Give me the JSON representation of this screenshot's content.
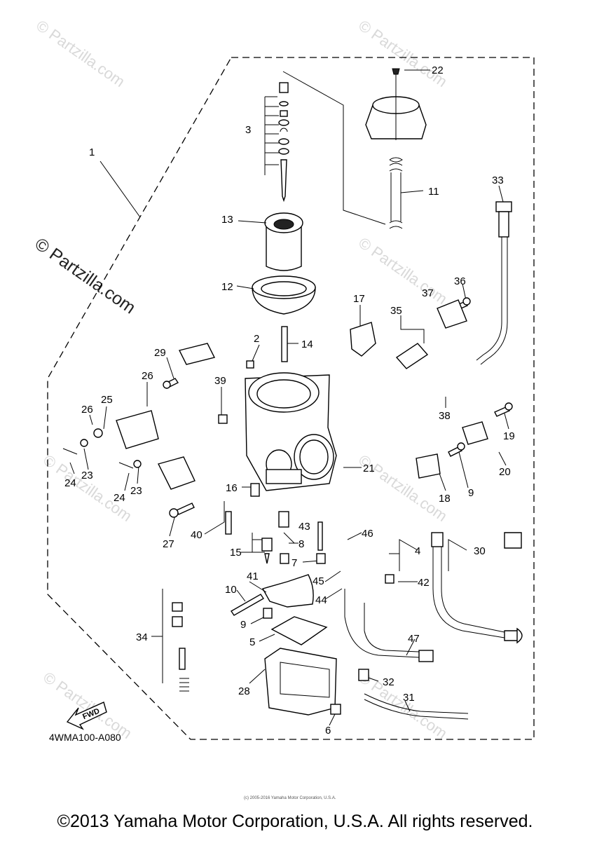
{
  "diagram_code": "4WMA100-A080",
  "copyright": "©2013 Yamaha Motor Corporation, U.S.A. All rights reserved.",
  "small_copyright": "(c) 2005-2016 Yamaha Motor Corporation, U.S.A.",
  "watermark": "© Partzilla.com",
  "fwd_label": "FWD",
  "callouts": [
    {
      "id": "1",
      "label": "1"
    },
    {
      "id": "2",
      "label": "2"
    },
    {
      "id": "3",
      "label": "3"
    },
    {
      "id": "4",
      "label": "4"
    },
    {
      "id": "5",
      "label": "5"
    },
    {
      "id": "6",
      "label": "6"
    },
    {
      "id": "7",
      "label": "7"
    },
    {
      "id": "8",
      "label": "8"
    },
    {
      "id": "9a",
      "label": "9"
    },
    {
      "id": "9b",
      "label": "9"
    },
    {
      "id": "10",
      "label": "10"
    },
    {
      "id": "11",
      "label": "11"
    },
    {
      "id": "12",
      "label": "12"
    },
    {
      "id": "13",
      "label": "13"
    },
    {
      "id": "14",
      "label": "14"
    },
    {
      "id": "15",
      "label": "15"
    },
    {
      "id": "16",
      "label": "16"
    },
    {
      "id": "17",
      "label": "17"
    },
    {
      "id": "18",
      "label": "18"
    },
    {
      "id": "19",
      "label": "19"
    },
    {
      "id": "20",
      "label": "20"
    },
    {
      "id": "21",
      "label": "21"
    },
    {
      "id": "22",
      "label": "22"
    },
    {
      "id": "23a",
      "label": "23"
    },
    {
      "id": "23b",
      "label": "23"
    },
    {
      "id": "24a",
      "label": "24"
    },
    {
      "id": "24b",
      "label": "24"
    },
    {
      "id": "25",
      "label": "25"
    },
    {
      "id": "26a",
      "label": "26"
    },
    {
      "id": "26b",
      "label": "26"
    },
    {
      "id": "27",
      "label": "27"
    },
    {
      "id": "28",
      "label": "28"
    },
    {
      "id": "29",
      "label": "29"
    },
    {
      "id": "30",
      "label": "30"
    },
    {
      "id": "31",
      "label": "31"
    },
    {
      "id": "32",
      "label": "32"
    },
    {
      "id": "33",
      "label": "33"
    },
    {
      "id": "34",
      "label": "34"
    },
    {
      "id": "35",
      "label": "35"
    },
    {
      "id": "36",
      "label": "36"
    },
    {
      "id": "37",
      "label": "37"
    },
    {
      "id": "38",
      "label": "38"
    },
    {
      "id": "39",
      "label": "39"
    },
    {
      "id": "40",
      "label": "40"
    },
    {
      "id": "41",
      "label": "41"
    },
    {
      "id": "42",
      "label": "42"
    },
    {
      "id": "43",
      "label": "43"
    },
    {
      "id": "44",
      "label": "44"
    },
    {
      "id": "45",
      "label": "45"
    },
    {
      "id": "46",
      "label": "46"
    },
    {
      "id": "47",
      "label": "47"
    }
  ]
}
